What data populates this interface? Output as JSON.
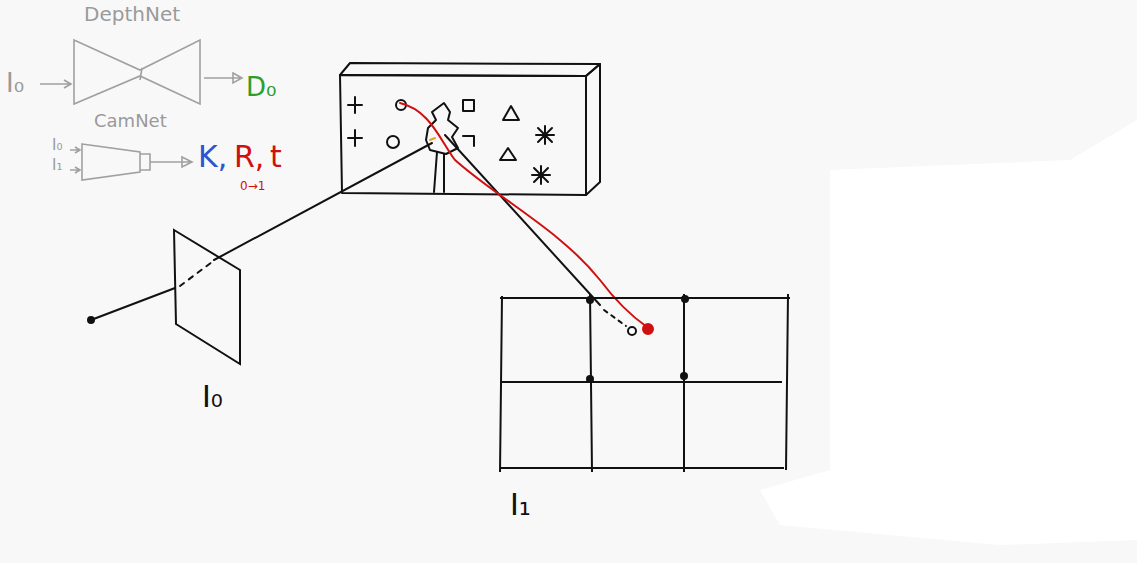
{
  "diagram": {
    "nodes": [
      {
        "text": [
          "DepthNet"
        ]
      },
      {
        "text": [
          "CamNet"
        ]
      },
      {
        "text": [
          "I₀"
        ]
      },
      {
        "text": [
          "I₁"
        ]
      }
    ],
    "labels": [
      "I₀",
      "D₀",
      "I₀",
      "I₁",
      "K,",
      "R,",
      "t",
      "0→1"
    ]
  }
}
